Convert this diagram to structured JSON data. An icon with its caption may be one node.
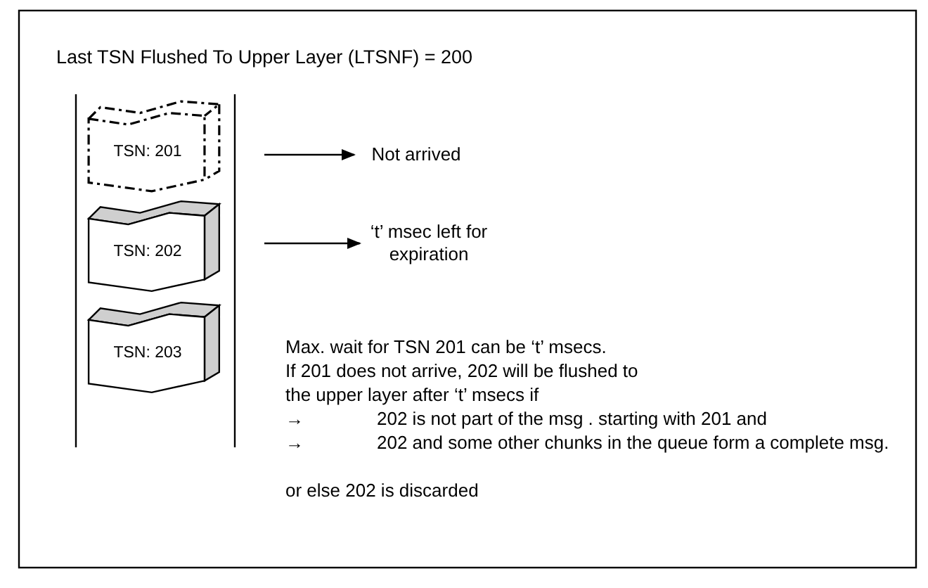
{
  "diagram": {
    "title": "Last TSN Flushed To Upper Layer (LTSNF) = 200",
    "nodes": [
      {
        "text": [
          "TSN: 201"
        ]
      },
      {
        "text": [
          "TSN: 202"
        ]
      },
      {
        "text": [
          "TSN: 203"
        ]
      },
      {
        "text": [
          "Not arrived"
        ]
      },
      {
        "text": [
          "‘t’ msec left for expiration"
        ]
      }
    ],
    "edges": [
      {
        "from": null,
        "to": 3,
        "arrow": "to"
      },
      {
        "from": null,
        "to": 4,
        "arrow": "to"
      }
    ],
    "labels": [
      "Max. wait for TSN 201 can be ‘t’ msecs.",
      "If 201 does not arrive, 202 will be flushed to the upper layer after ‘t’ msecs if",
      "→",
      "202 is not part of the msg . starting with 201 and",
      "→",
      "202 and some other chunks in the queue form a complete msg.",
      "or else 202 is discarded"
    ]
  }
}
